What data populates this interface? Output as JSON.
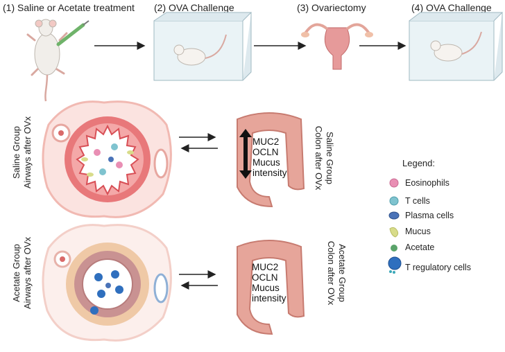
{
  "steps": [
    "(1) Saline or Acetate treatment",
    "(2) OVA Challenge",
    "(3) Ovariectomy",
    "(4) OVA Challenge"
  ],
  "rows": [
    {
      "airway_label": [
        "Saline Group",
        "Airways after OVx"
      ],
      "colon_label": [
        "Saline Group",
        "Colon after OVx"
      ],
      "colon_markers": [
        "MUC2",
        "OCLN",
        "Mucus",
        "intensity"
      ]
    },
    {
      "airway_label": [
        "Acetate Group",
        "Airways after OVx"
      ],
      "colon_label": [
        "Acetate Group",
        "Colon after OVx"
      ],
      "colon_markers": [
        "MUC2",
        "OCLN",
        "Mucus",
        "intensity"
      ]
    }
  ],
  "legend": {
    "title": "Legend:",
    "items": [
      {
        "label": "Eosinophils",
        "icon": "eosinophil-icon",
        "color": "#e98fb4"
      },
      {
        "label": "T cells",
        "icon": "t-cell-icon",
        "color": "#7fc3cf"
      },
      {
        "label": "Plasma cells",
        "icon": "plasma-cell-icon",
        "color": "#4a73b8"
      },
      {
        "label": "Mucus",
        "icon": "mucus-icon",
        "color": "#d8dc8a"
      },
      {
        "label": "Acetate",
        "icon": "acetate-icon",
        "color": "#5aa36a"
      },
      {
        "label": "T regulatory cells",
        "icon": "t-regulatory-cell-icon",
        "color": "#2f6fbe"
      }
    ]
  }
}
